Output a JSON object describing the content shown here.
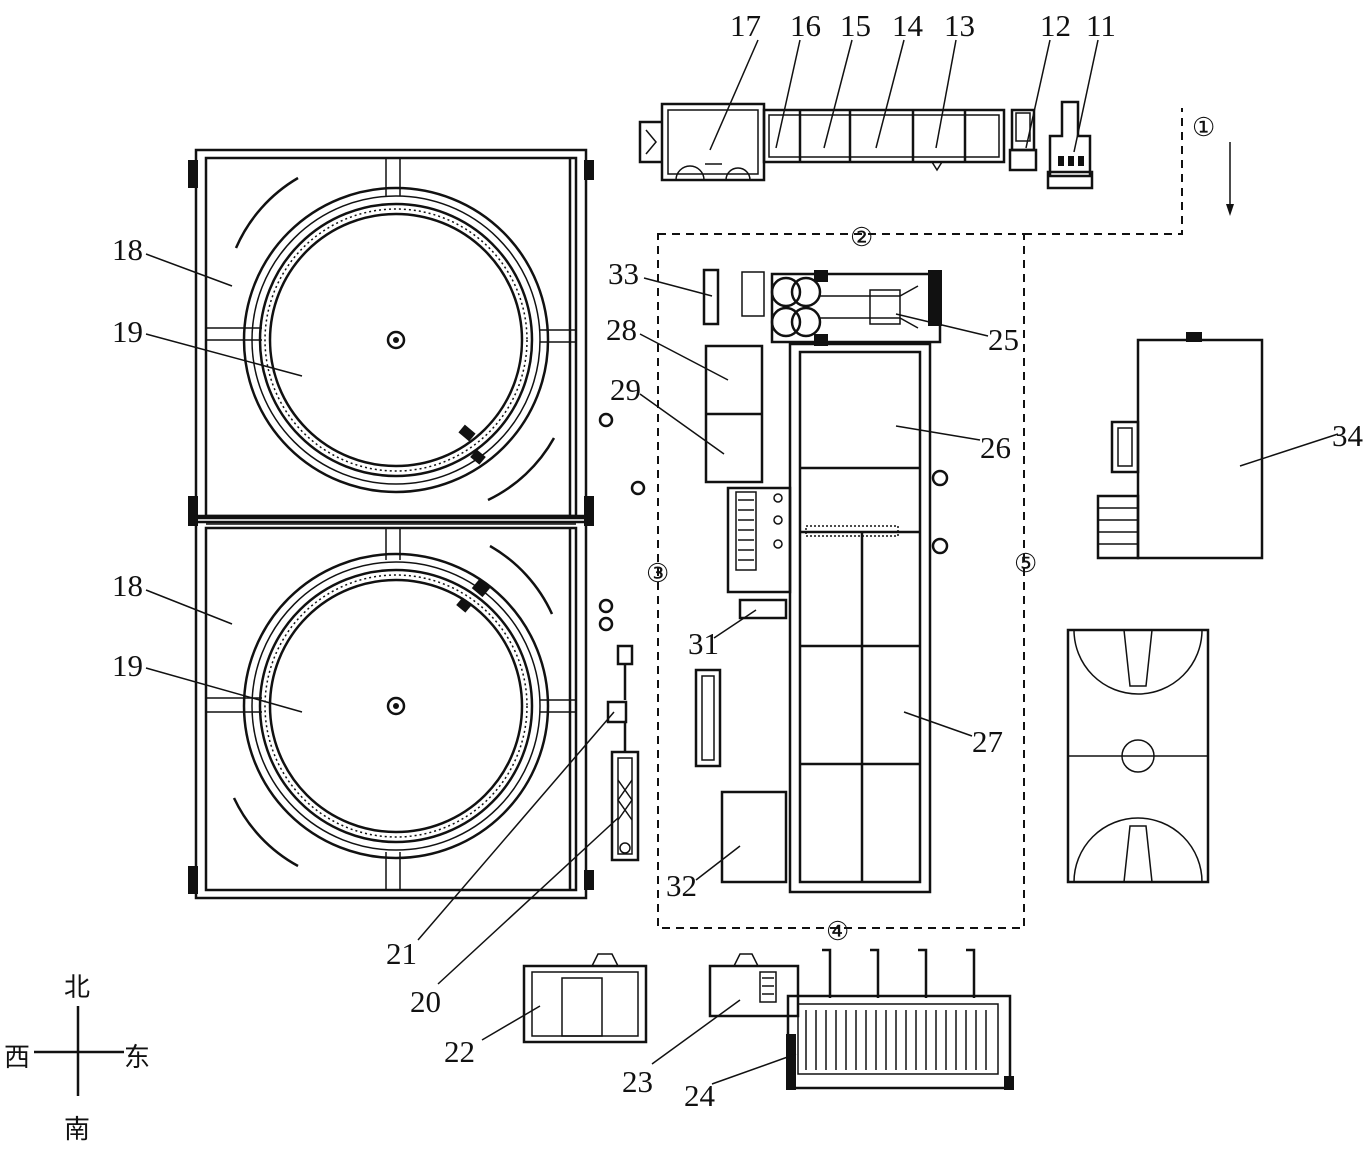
{
  "labels": {
    "l11": "11",
    "l12": "12",
    "l13": "13",
    "l14": "14",
    "l15": "15",
    "l16": "16",
    "l17": "17",
    "l18a": "18",
    "l18b": "18",
    "l19a": "19",
    "l19b": "19",
    "l20": "20",
    "l21": "21",
    "l22": "22",
    "l23": "23",
    "l24": "24",
    "l25": "25",
    "l26": "26",
    "l27": "27",
    "l28": "28",
    "l29": "29",
    "l31": "31",
    "l32": "32",
    "l33": "33",
    "l34": "34"
  },
  "zones": {
    "z1": "①",
    "z2": "②",
    "z3": "③",
    "z4": "④",
    "z5": "⑤"
  },
  "compass": {
    "north": "北",
    "south": "南",
    "east": "东",
    "west": "西"
  }
}
